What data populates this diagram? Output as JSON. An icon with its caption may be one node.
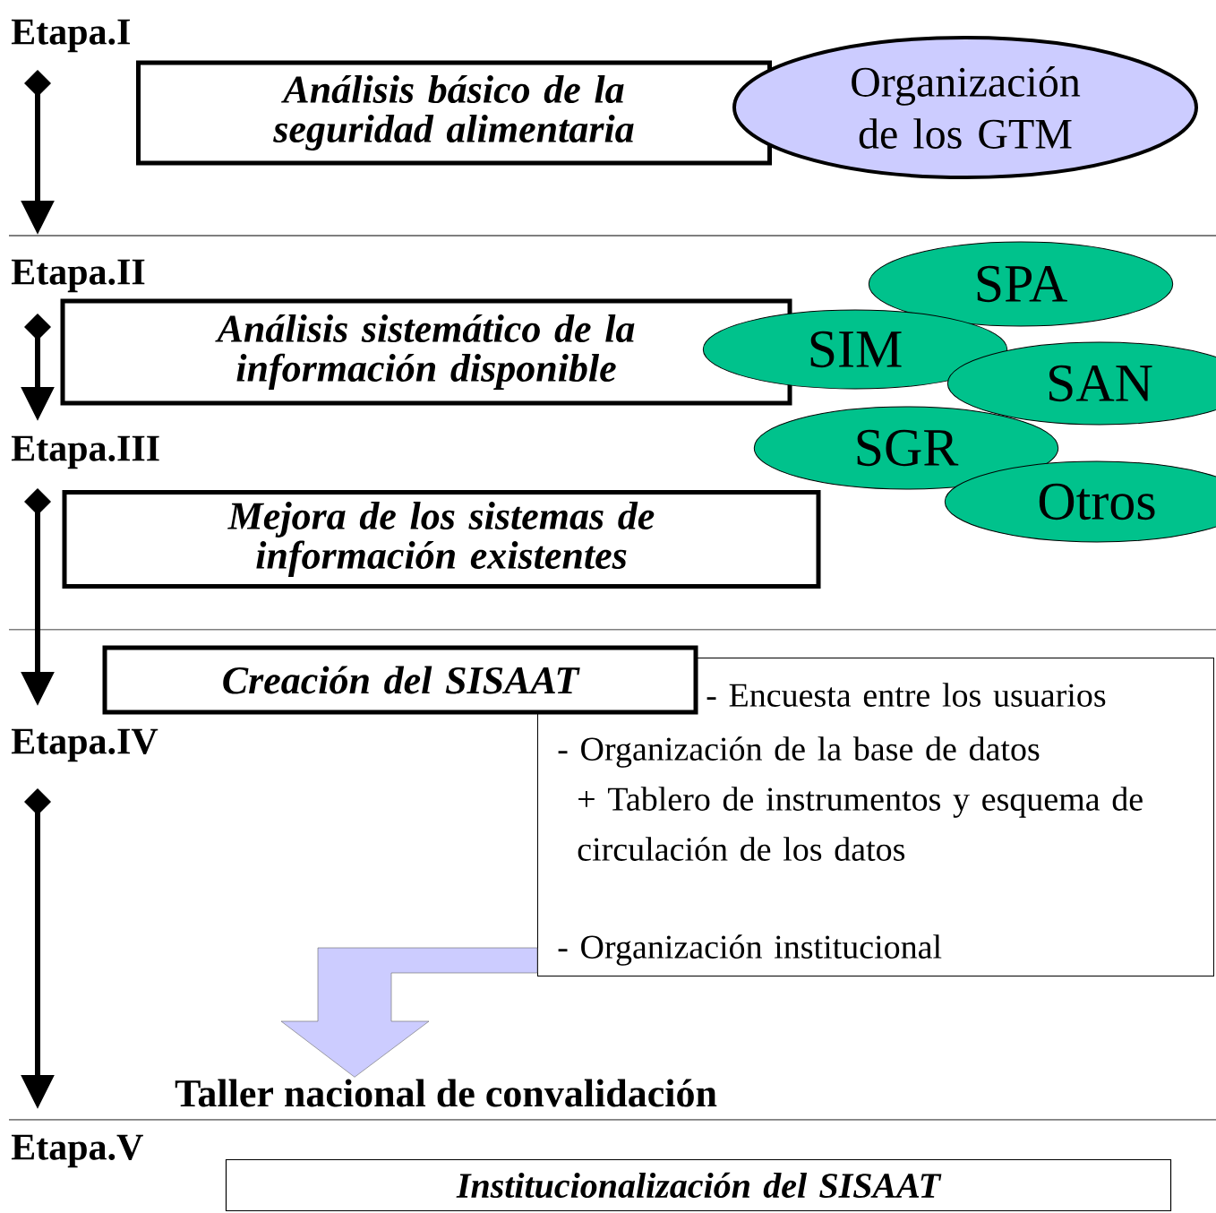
{
  "diagram": {
    "nodes": [
      {
        "text": [
          "Análisis básico de la seguridad alimentaria"
        ]
      },
      {
        "text": [
          "Organización de los GTM"
        ]
      },
      {
        "text": [
          "Análisis sistemático de la información disponible"
        ]
      },
      {
        "text": [
          "SPA"
        ]
      },
      {
        "text": [
          "SIM"
        ]
      },
      {
        "text": [
          "SAN"
        ]
      },
      {
        "text": [
          "SGR"
        ]
      },
      {
        "text": [
          "Otros"
        ]
      },
      {
        "text": [
          "Mejora de los sistemas de información existentes"
        ]
      },
      {
        "text": [
          "Creación del SISAAT"
        ]
      },
      {
        "text": [
          "- Encuesta entre los usuarios",
          "- Organización de la base de datos",
          "+ Tablero de instrumentos y esquema de circulación de los datos",
          "- Organización institucional"
        ]
      },
      {
        "text": [
          "Taller nacional de convalidación"
        ]
      },
      {
        "text": [
          "Institucionalización del SISAAT"
        ]
      }
    ],
    "edges": [
      {
        "from": 10,
        "to": 11,
        "arrow": "to",
        "color": "#ccccff"
      }
    ],
    "labels": [
      "Etapa.I",
      "Etapa.II",
      "Etapa.III",
      "Etapa.IV",
      "Etapa.V"
    ]
  }
}
